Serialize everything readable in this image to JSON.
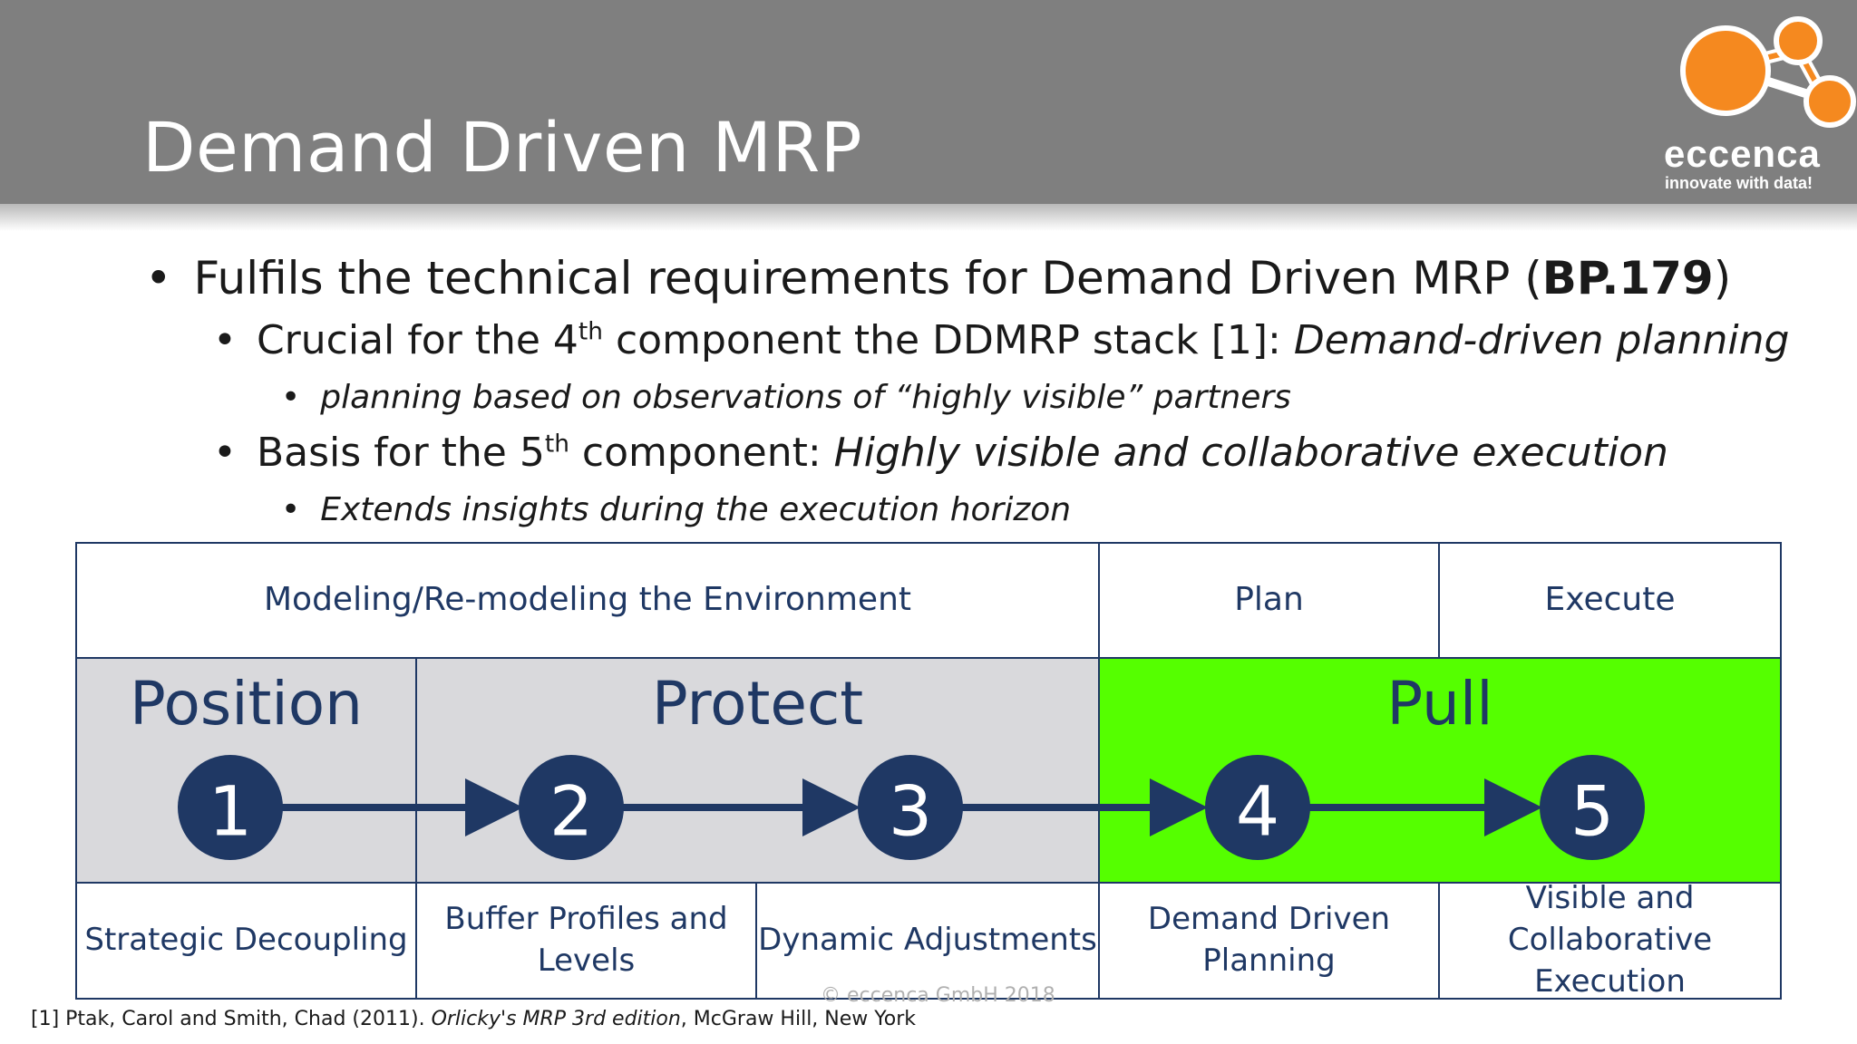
{
  "slide": {
    "title": "Demand Driven MRP",
    "logo": {
      "name": "eccenca",
      "tagline": "innovate with data!",
      "color": "#f5891f"
    }
  },
  "bullets": {
    "b1": {
      "text": "Fulfils the technical requirements for Demand Driven MRP (",
      "bold": "BP.179",
      "end": ")"
    },
    "b2": {
      "pre": "Crucial for the 4",
      "sup": "th",
      "mid": " component the DDMRP stack [1]: ",
      "italic": "Demand-driven planning"
    },
    "b3": {
      "text": "planning based on observations of “highly visible” partners"
    },
    "b4": {
      "pre": "Basis for the 5",
      "sup": "th",
      "mid": " component: ",
      "italic": "Highly visible and collaborative execution"
    },
    "b5": {
      "text": "Extends insights during the execution horizon"
    }
  },
  "diagram": {
    "headers": {
      "modeling": "Modeling/Re-modeling the Environment",
      "plan": "Plan",
      "execute": "Execute"
    },
    "phases": {
      "position": "Position",
      "protect": "Protect",
      "pull": "Pull"
    },
    "steps": [
      "1",
      "2",
      "3",
      "4",
      "5"
    ],
    "components": {
      "c1": "Strategic Decoupling",
      "c2": "Buffer Profiles and Levels",
      "c3": "Dynamic Adjustments",
      "c4": "Demand Driven Planning",
      "c5": "Visible and Collaborative Execution"
    },
    "colors": {
      "navy": "#1f3864",
      "grey": "#d9d9dc",
      "green": "#55ff00"
    }
  },
  "footer": {
    "ref_pre": "[1] Ptak, Carol and Smith, Chad (2011). ",
    "ref_italic": "Orlicky's MRP 3rd edition",
    "ref_post": ", McGraw Hill, New York",
    "copyright": "© eccenca GmbH 2018"
  }
}
